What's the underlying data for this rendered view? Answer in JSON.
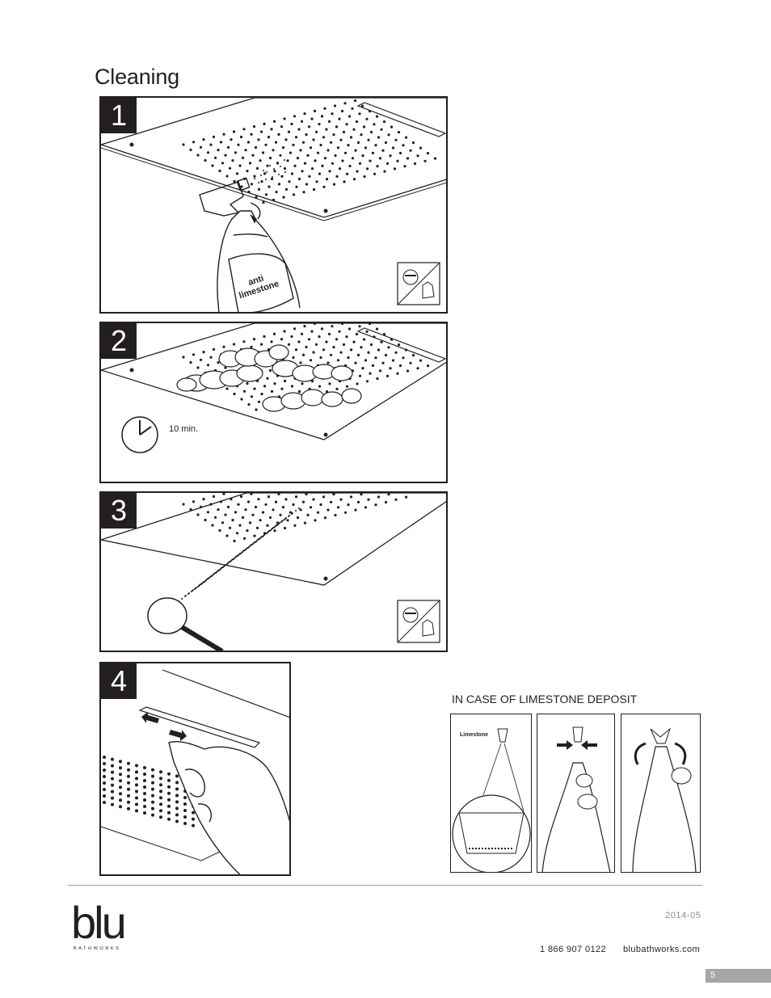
{
  "page": {
    "title": "Cleaning"
  },
  "steps": [
    {
      "number": "1",
      "bottle_label_line1": "anti",
      "bottle_label_line2": "limestone",
      "safety_icon": "goggles-and-gloves-icon"
    },
    {
      "number": "2",
      "wait_label": "10 min.",
      "timer_icon": "clock-icon"
    },
    {
      "number": "3",
      "safety_icon": "goggles-and-gloves-icon"
    },
    {
      "number": "4"
    }
  ],
  "limestone_deposit": {
    "heading": "IN CASE OF LIMESTONE DEPOSIT",
    "panel1_label": "Limestone"
  },
  "footer": {
    "brand": "blu",
    "brand_sub": "BATHWORKS",
    "date": "2014-05",
    "phone": "1 866 907 0122",
    "website": "blubathworks.com",
    "page_number": "5"
  }
}
